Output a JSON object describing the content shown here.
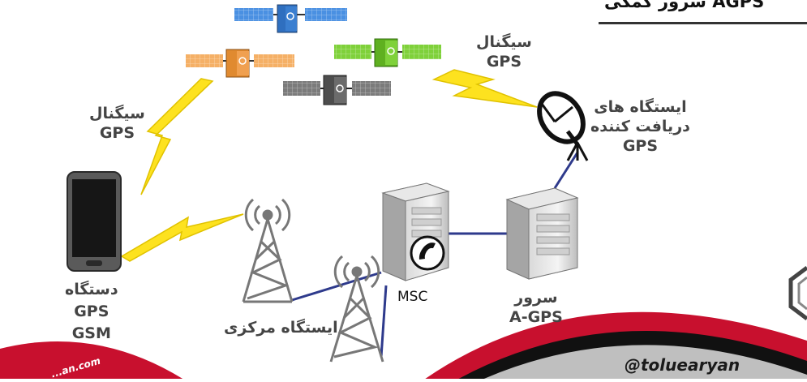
{
  "header": {
    "title": "سرور کمکی AGPS"
  },
  "labels": {
    "signal_left": [
      "سیگنال",
      "GPS"
    ],
    "signal_right": [
      "سیگنال",
      "GPS"
    ],
    "ground_station": [
      "ایستگاه های",
      "دریافت کننده",
      "GPS"
    ],
    "device": [
      "دستگاه",
      "GPS",
      "GSM"
    ],
    "central_station": "ایستگاه مرکزی",
    "msc": "MSC",
    "agps_server": [
      "سرور",
      "A-GPS"
    ]
  },
  "footer": {
    "handle": "@toluearyan",
    "watermark": "...an.com"
  },
  "colors": {
    "lightning": "#fde21f",
    "link_line": "#2e3a8c",
    "sat_blue": "#3b7fd0",
    "sat_orange": "#f0a050",
    "sat_green": "#7fd13a",
    "sat_gray": "#6b6b6b",
    "band_red": "#c8102e",
    "band_black": "#111111"
  }
}
